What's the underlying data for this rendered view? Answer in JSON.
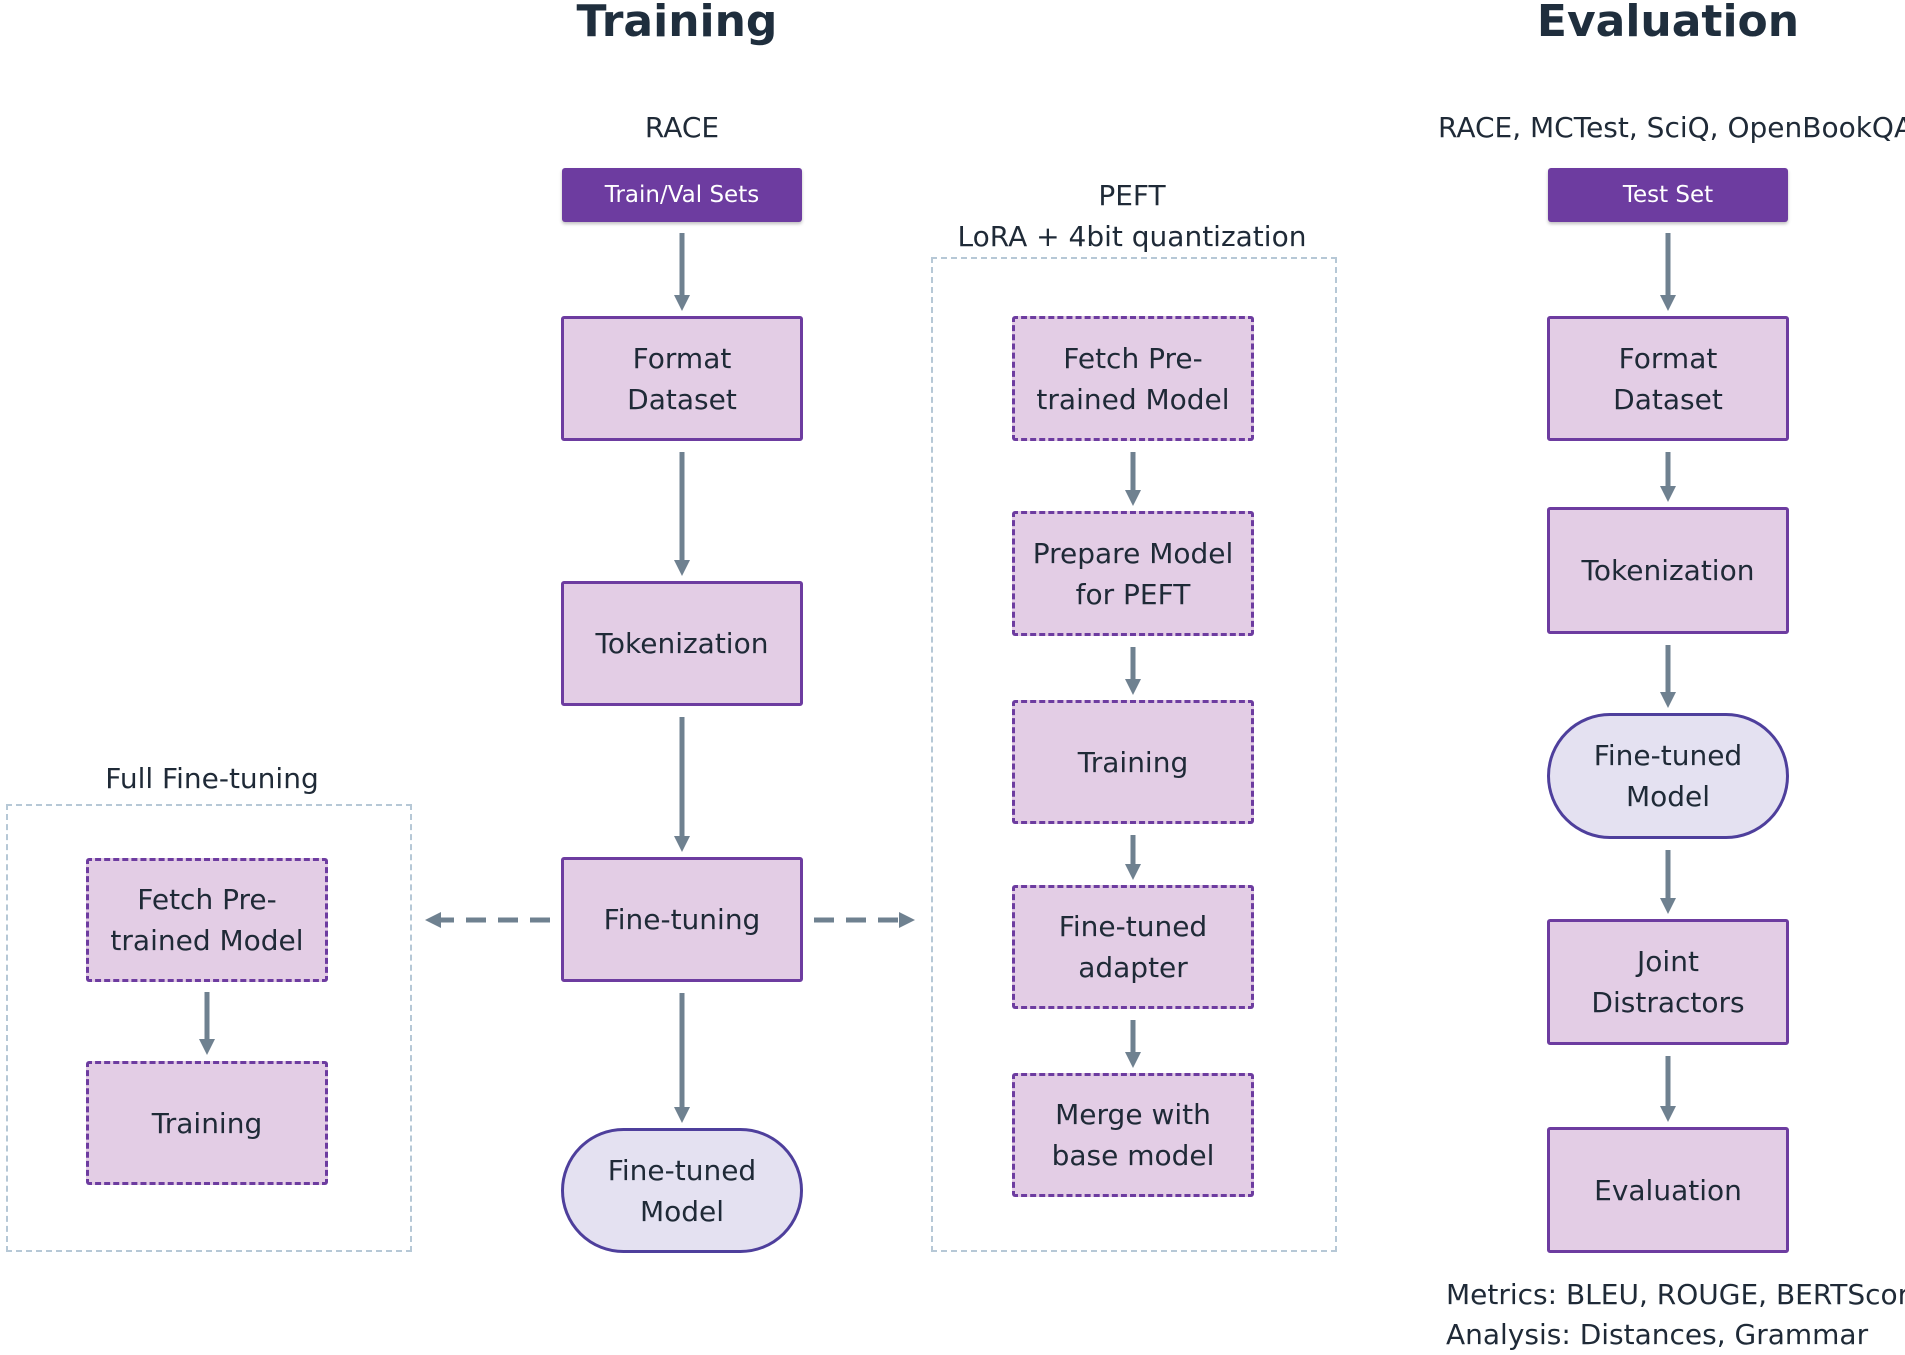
{
  "headings": {
    "training": "Training",
    "evaluation": "Evaluation"
  },
  "training": {
    "dataset_label": "RACE",
    "sets_button": "Train/Val Sets",
    "steps": {
      "format": [
        "Format",
        "Dataset"
      ],
      "tokenization": "Tokenization",
      "finetuning": "Fine-tuning",
      "model": [
        "Fine-tuned",
        "Model"
      ]
    }
  },
  "full_finetuning": {
    "title": "Full Fine-tuning",
    "steps": {
      "fetch": [
        "Fetch Pre-",
        "trained Model"
      ],
      "training": "Training"
    }
  },
  "peft": {
    "title": "PEFT",
    "subtitle": "LoRA  + 4bit quantization",
    "steps": {
      "fetch": [
        "Fetch Pre-",
        "trained Model"
      ],
      "prepare": [
        "Prepare Model",
        "for PEFT"
      ],
      "training": "Training",
      "adapter": [
        "Fine-tuned",
        "adapter"
      ],
      "merge": [
        "Merge with",
        "base model"
      ]
    }
  },
  "evaluation": {
    "datasets_label": "RACE, MCTest, SciQ, OpenBookQA",
    "test_button": "Test Set",
    "steps": {
      "format": [
        "Format",
        "Dataset"
      ],
      "tokenization": "Tokenization",
      "model": [
        "Fine-tuned",
        "Model"
      ],
      "joint": [
        "Joint",
        "Distractors"
      ],
      "evaluation": "Evaluation"
    },
    "metrics": "Metrics: BLEU, ROUGE, BERTScore",
    "analysis": "Analysis: Distances, Grammar"
  },
  "colors": {
    "box_fill": "#e3cde5",
    "box_border": "#6d3ca0",
    "header_fill": "#6d3ca0",
    "model_fill": "#e4e1f1",
    "model_border": "#4e3f9c",
    "arrow": "#6f8190",
    "group_border": "#b6c8d6"
  }
}
